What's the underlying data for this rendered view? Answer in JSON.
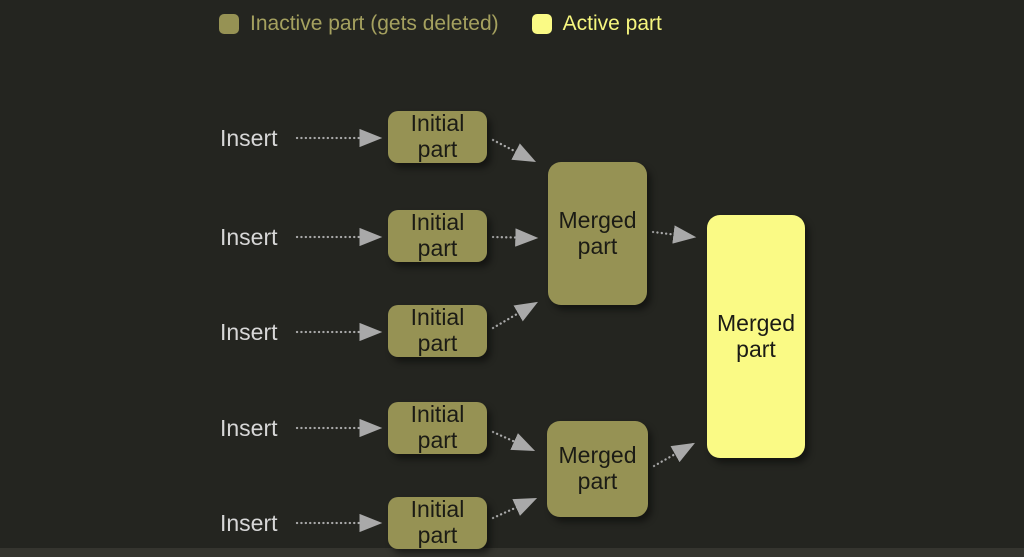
{
  "legend": {
    "inactive": {
      "label": "Inactive part (gets deleted)",
      "swatch_color": "#969254"
    },
    "active": {
      "label": "Active part",
      "swatch_color": "#fafa85"
    }
  },
  "labels": {
    "insert": "Insert",
    "initial": "Initial part",
    "merged": "Merged part"
  },
  "colors": {
    "background": "#242520",
    "inactive_fill": "#969254",
    "active_fill": "#fafa85",
    "box_text": "#1b1b15",
    "insert_text": "#d7d7d7",
    "arrow": "#a9a9a9",
    "legend_inactive_text": "#a5a15f",
    "legend_active_text": "#f6f67e",
    "bottom_strip": "#35352f"
  }
}
